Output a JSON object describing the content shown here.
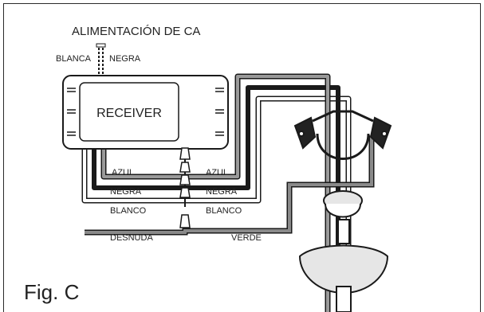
{
  "figure": {
    "title": "ALIMENTACIÓN DE CA",
    "figure_label": "Fig. C",
    "receiver_label": "RECEIVER",
    "supply_labels": {
      "white": "BLANCA",
      "black": "NEGRA"
    },
    "left_labels": {
      "blue": "AZUL",
      "black": "NEGRA",
      "white": "BLANCO",
      "bare": "DESNUDA"
    },
    "right_labels": {
      "blue": "AZUL",
      "black": "NEGRA",
      "white": "BLANCO",
      "green": "VERDE"
    }
  },
  "colors": {
    "line": "#1a1a1a",
    "ground_wire": "#8a8a8a",
    "blue_wire_fill": "#9a9a9a",
    "fan_fill": "#e6e6e6",
    "bracket_fill": "#222222"
  },
  "icons": {
    "receiver": "receiver-box",
    "connector": "wire-nut-icon",
    "bracket": "mounting-bracket-icon",
    "fan": "ceiling-fan-canopy-icon"
  }
}
